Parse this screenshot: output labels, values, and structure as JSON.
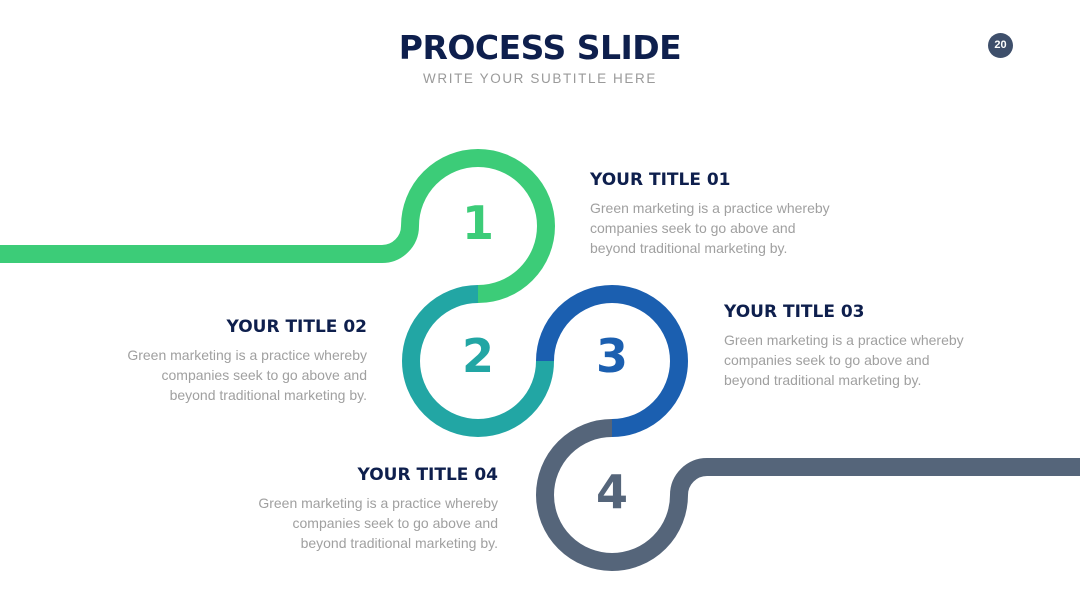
{
  "header": {
    "title": "PROCESS SLIDE",
    "subtitle": "WRITE YOUR SUBTITLE HERE",
    "page_number": "20"
  },
  "colors": {
    "step1": "#3ccc78",
    "step2": "#22a6a4",
    "step3": "#1b5fb0",
    "step4": "#55657a",
    "title_text": "#0e1f4d",
    "body_text": "#a0a0a0"
  },
  "steps": [
    {
      "number": "1",
      "title": "YOUR TITLE 01",
      "description": "Green marketing is a practice whereby companies seek to go above and beyond traditional marketing by."
    },
    {
      "number": "2",
      "title": "YOUR TITLE 02",
      "description": "Green marketing is a practice whereby companies seek to go above and beyond traditional marketing by."
    },
    {
      "number": "3",
      "title": "YOUR TITLE 03",
      "description": "Green marketing is a practice whereby companies seek to go above and beyond traditional marketing by."
    },
    {
      "number": "4",
      "title": "YOUR TITLE 04",
      "description": "Green marketing is a practice whereby companies seek to go above and beyond traditional marketing by."
    }
  ]
}
